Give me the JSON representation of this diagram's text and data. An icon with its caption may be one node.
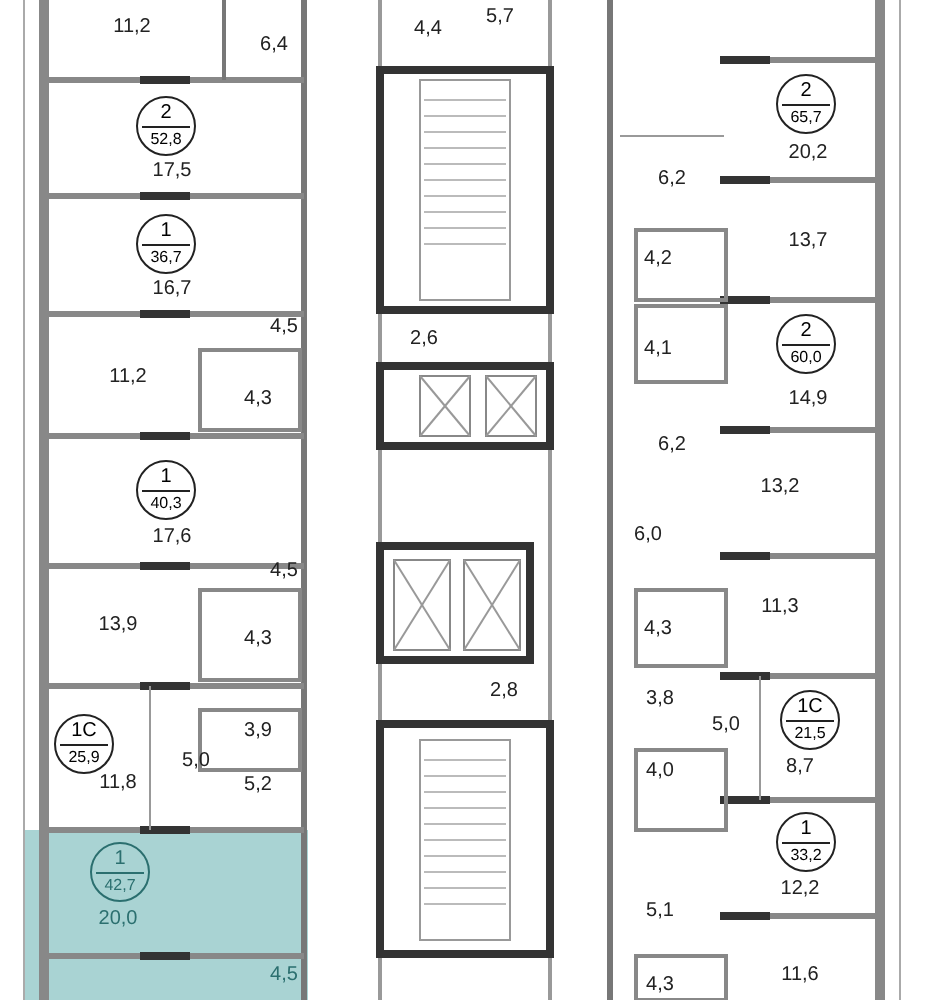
{
  "diagram": {
    "nodes": [
      {
        "text": [
          "2",
          "52,8"
        ]
      },
      {
        "text": [
          "1",
          "36,7"
        ]
      },
      {
        "text": [
          "1",
          "40,3"
        ]
      },
      {
        "text": [
          "1C",
          "25,9"
        ]
      },
      {
        "text": [
          "1",
          "42,7"
        ]
      },
      {
        "text": [
          "2",
          "65,7"
        ]
      },
      {
        "text": [
          "2",
          "60,0"
        ]
      },
      {
        "text": [
          "1C",
          "21,5"
        ]
      },
      {
        "text": [
          "1",
          "33,2"
        ]
      }
    ],
    "labels": [
      "11,2",
      "6,4",
      "17,5",
      "16,7",
      "4,5",
      "11,2",
      "4,3",
      "17,6",
      "4,5",
      "13,9",
      "4,3",
      "3,9",
      "5,0",
      "11,8",
      "5,2",
      "20,0",
      "4,5",
      "4,4",
      "5,7",
      "2,6",
      "2,8",
      "20,2",
      "6,2",
      "13,7",
      "4,2",
      "4,1",
      "14,9",
      "6,2",
      "13,2",
      "6,0",
      "11,3",
      "4,3",
      "3,8",
      "5,0",
      "8,7",
      "4,0",
      "12,2",
      "5,1",
      "11,6",
      "4,3"
    ]
  }
}
